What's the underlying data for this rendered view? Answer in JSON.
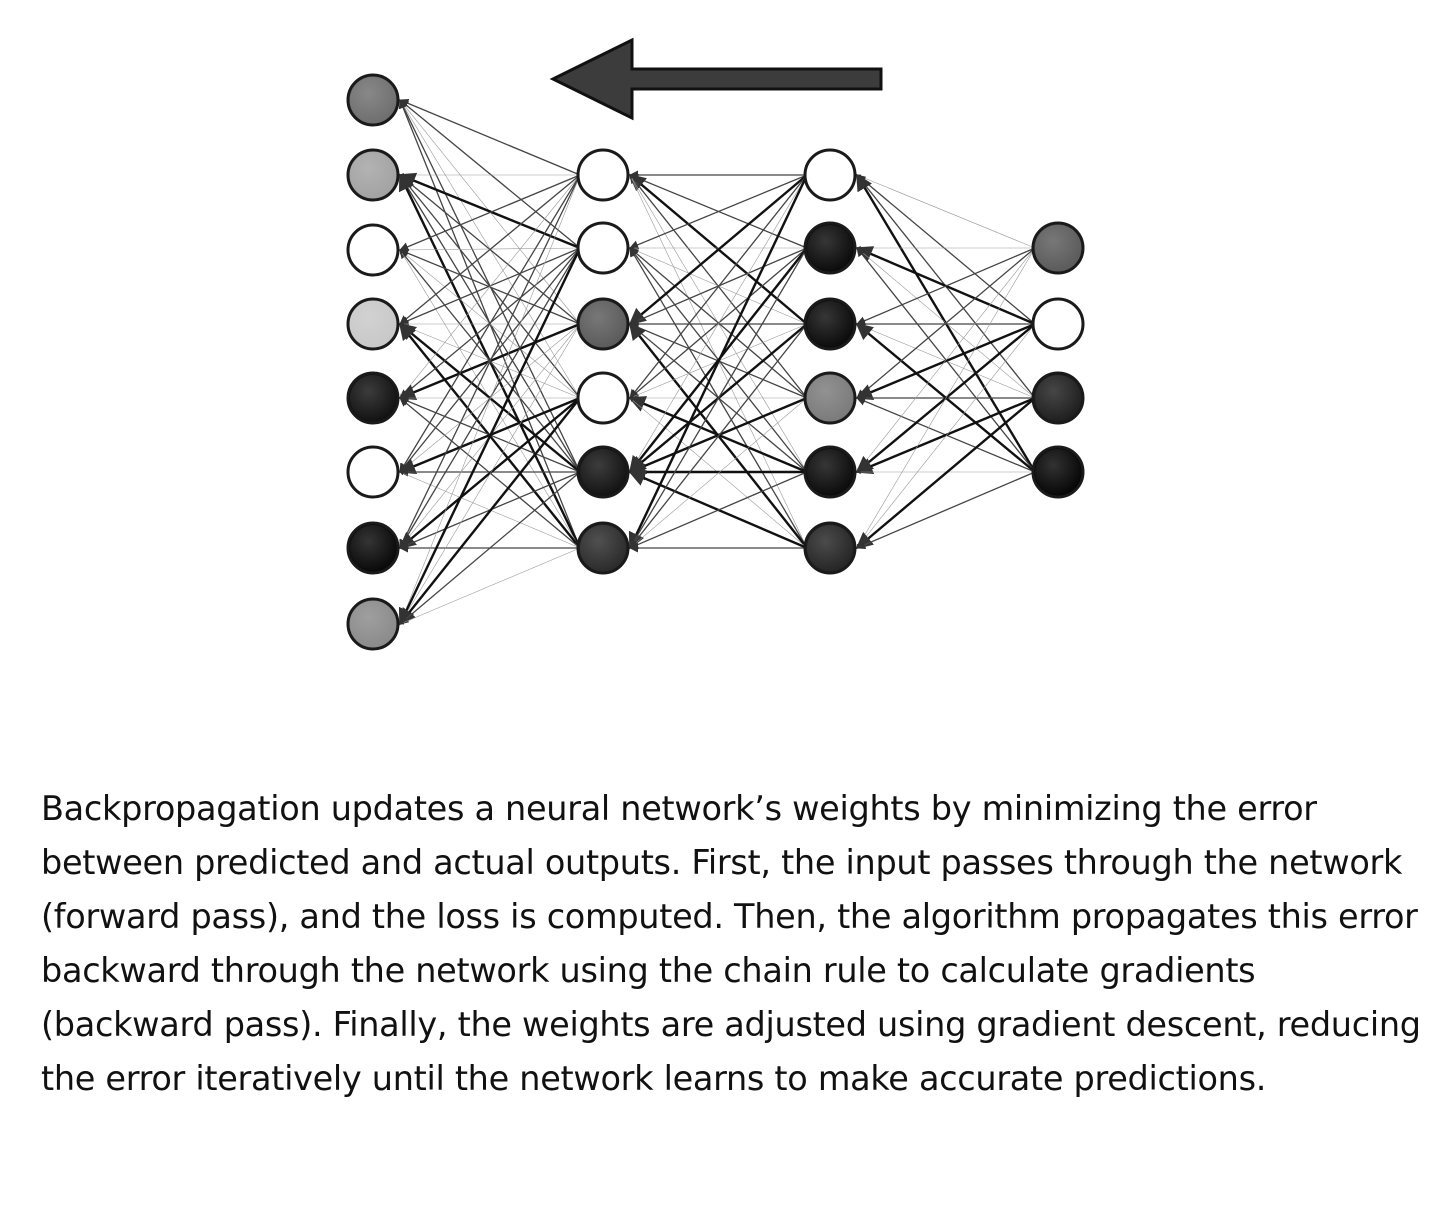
{
  "diagram": {
    "type": "feedforward-neural-network",
    "arrow_direction": "left",
    "layers": [
      {
        "name": "input",
        "neurons": [
          "#6e6e6e",
          "#a2a2a2",
          "#ffffff",
          "#c8c8c8",
          "#111111",
          "#ffffff",
          "#080808",
          "#8a8a8a"
        ]
      },
      {
        "name": "hidden-1",
        "neurons": [
          "#ffffff",
          "#ffffff",
          "#5a5a5a",
          "#ffffff",
          "#121212",
          "#2a2a2a"
        ]
      },
      {
        "name": "hidden-2",
        "neurons": [
          "#ffffff",
          "#0a0a0a",
          "#0a0a0a",
          "#7a7a7a",
          "#0a0a0a",
          "#242424"
        ]
      },
      {
        "name": "output",
        "neurons": [
          "#5a5a5a",
          "#ffffff",
          "#1e1e1e",
          "#050505"
        ]
      }
    ]
  },
  "caption": {
    "text": "Backpropagation updates a neural network’s weights by minimizing the error between predicted and actual outputs. First, the input passes through the network (forward pass), and the loss is computed. Then, the algorithm propagates this error backward through the network using the chain rule to calculate gradients (backward pass). Finally, the weights are adjusted using gradient descent, reducing the error iteratively until the network learns to make accurate predictions."
  }
}
